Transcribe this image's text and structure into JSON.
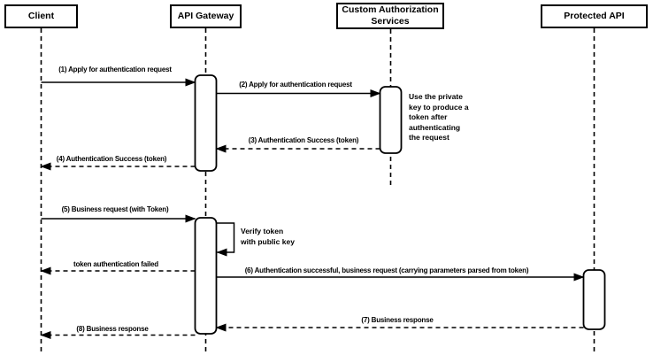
{
  "diagram": {
    "type": "sequence-diagram",
    "colors": {
      "line": "#000000",
      "background": "#ffffff"
    },
    "actors": [
      {
        "label": "Client"
      },
      {
        "label": "API Gateway"
      },
      {
        "label": "Custom Authorization Services"
      },
      {
        "label": "Protected API"
      }
    ],
    "messages": [
      {
        "label": "(1) Apply for authentication request",
        "style": "solid",
        "from": "Client",
        "to": "API Gateway"
      },
      {
        "label": "(2) Apply for authentication request",
        "style": "solid",
        "from": "API Gateway",
        "to": "Custom Authorization Services"
      },
      {
        "label": "(3) Authentication Success (token)",
        "style": "dashed",
        "from": "Custom Authorization Services",
        "to": "API Gateway"
      },
      {
        "label": "(4) Authentication Success (token)",
        "style": "dashed",
        "from": "API Gateway",
        "to": "Client"
      },
      {
        "label": "(5) Business request (with Token)",
        "style": "solid",
        "from": "Client",
        "to": "API Gateway"
      },
      {
        "label": "token authentication failed",
        "style": "dashed",
        "from": "API Gateway",
        "to": "Client"
      },
      {
        "label": "(6) Authentication successful, business request (carrying parameters parsed from token)",
        "style": "solid",
        "from": "API Gateway",
        "to": "Protected API"
      },
      {
        "label": "(7) Business response",
        "style": "dashed",
        "from": "Protected API",
        "to": "API Gateway"
      },
      {
        "label": "(8) Business response",
        "style": "dashed",
        "from": "API Gateway",
        "to": "Client"
      }
    ],
    "self_message": {
      "label": "Verify token\nwith public key",
      "actor": "API Gateway"
    },
    "notes": [
      {
        "label": "Use the private\nkey to produce a\ntoken after\nauthenticating\nthe request",
        "attached_to": "Custom Authorization Services"
      }
    ]
  }
}
